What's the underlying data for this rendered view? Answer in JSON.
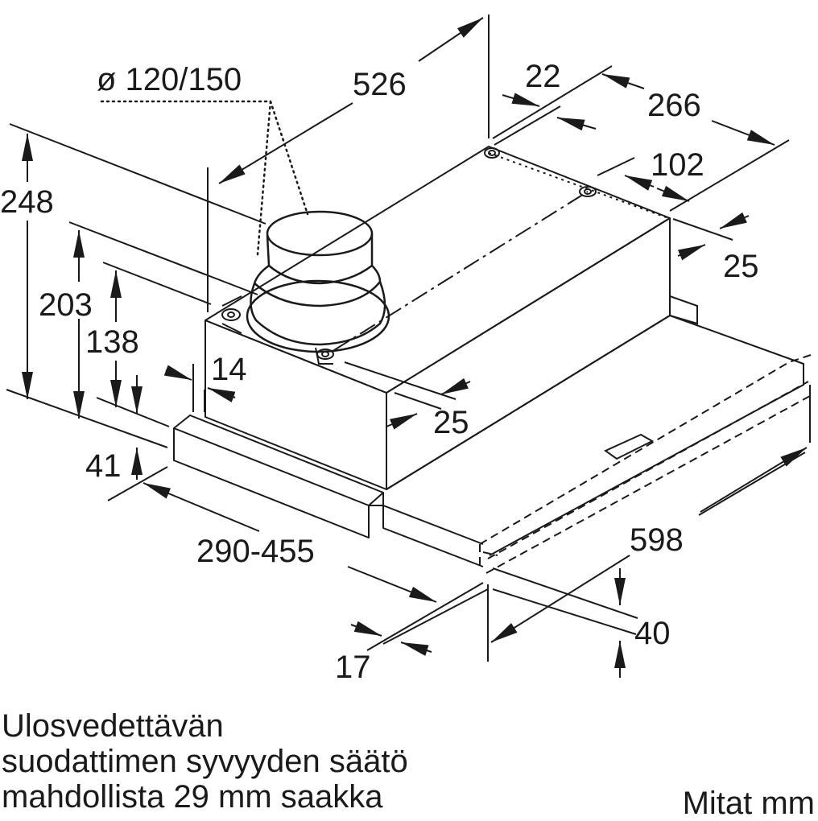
{
  "dimensions": {
    "duct_diameter": "ø 120/150",
    "width_top": "526",
    "d22": "22",
    "d266": "266",
    "d102": "102",
    "d25_right": "25",
    "h248": "248",
    "h203": "203",
    "h138": "138",
    "d14": "14",
    "d25_front": "25",
    "h41": "41",
    "depth_range": "290-455",
    "width_598": "598",
    "d40": "40",
    "d17": "17"
  },
  "note": {
    "line1": "Ulosvedettävän",
    "line2": "suodattimen syvyyden säätö",
    "line3": "mahdollista 29 mm saakka"
  },
  "units": "Mitat mm",
  "colors": {
    "ink": "#1a1a1a",
    "background": "#ffffff"
  }
}
